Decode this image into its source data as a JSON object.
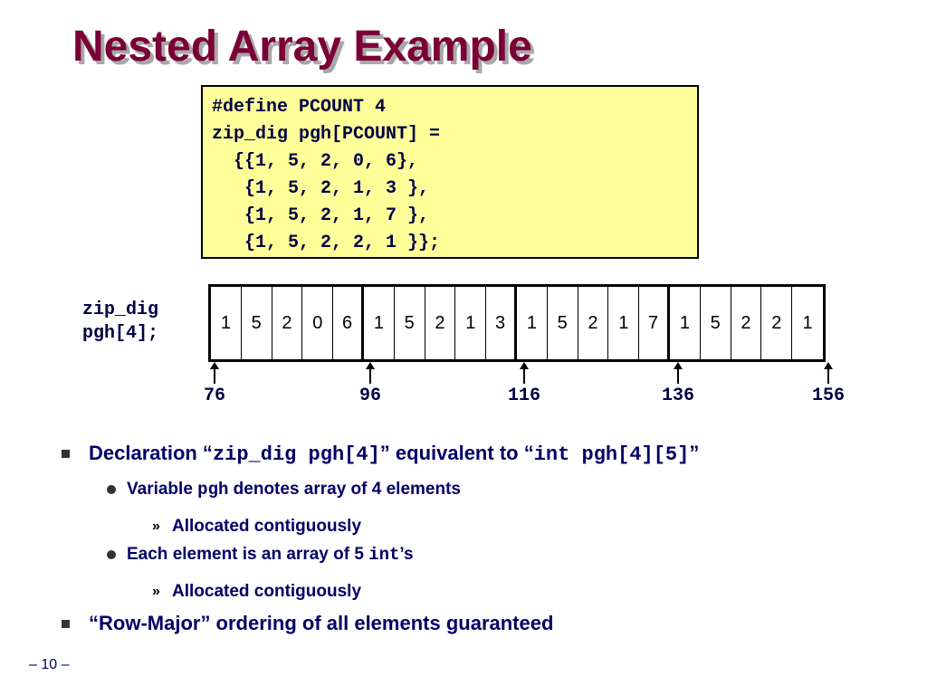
{
  "title": "Nested Array Example",
  "code": [
    "#define PCOUNT 4",
    "zip_dig pgh[PCOUNT] =",
    "  {{1, 5, 2, 0, 6},",
    "   {1, 5, 2, 1, 3 },",
    "   {1, 5, 2, 1, 7 },",
    "   {1, 5, 2, 2, 1 }};"
  ],
  "array_label": [
    "zip_dig",
    "pgh[4];"
  ],
  "array_values": [
    "1",
    "5",
    "2",
    "0",
    "6",
    "1",
    "5",
    "2",
    "1",
    "3",
    "1",
    "5",
    "2",
    "1",
    "7",
    "1",
    "5",
    "2",
    "2",
    "1"
  ],
  "addresses": [
    "76",
    "96",
    "116",
    "136",
    "156"
  ],
  "bullets": {
    "b1": {
      "pre": "Declaration “",
      "code1": "zip_dig pgh[4]",
      "mid": "” equivalent to “",
      "code2": "int pgh[4][5]",
      "post": "”"
    },
    "b1_1": {
      "pre": "Variable ",
      "code": "pgh",
      "post": " denotes  array of 4 elements"
    },
    "b1_1_1": "Allocated contiguously",
    "b1_2": {
      "pre": "Each element is an array of 5 ",
      "code": "int",
      "post": "’s"
    },
    "b1_2_1": "Allocated contiguously",
    "b2": "“Row-Major” ordering of all elements guaranteed"
  },
  "sub_marker": "»",
  "footer": "– 10 –",
  "colors": {
    "title": "#7a0035",
    "text": "#000066",
    "codebox": "#ffff99"
  }
}
